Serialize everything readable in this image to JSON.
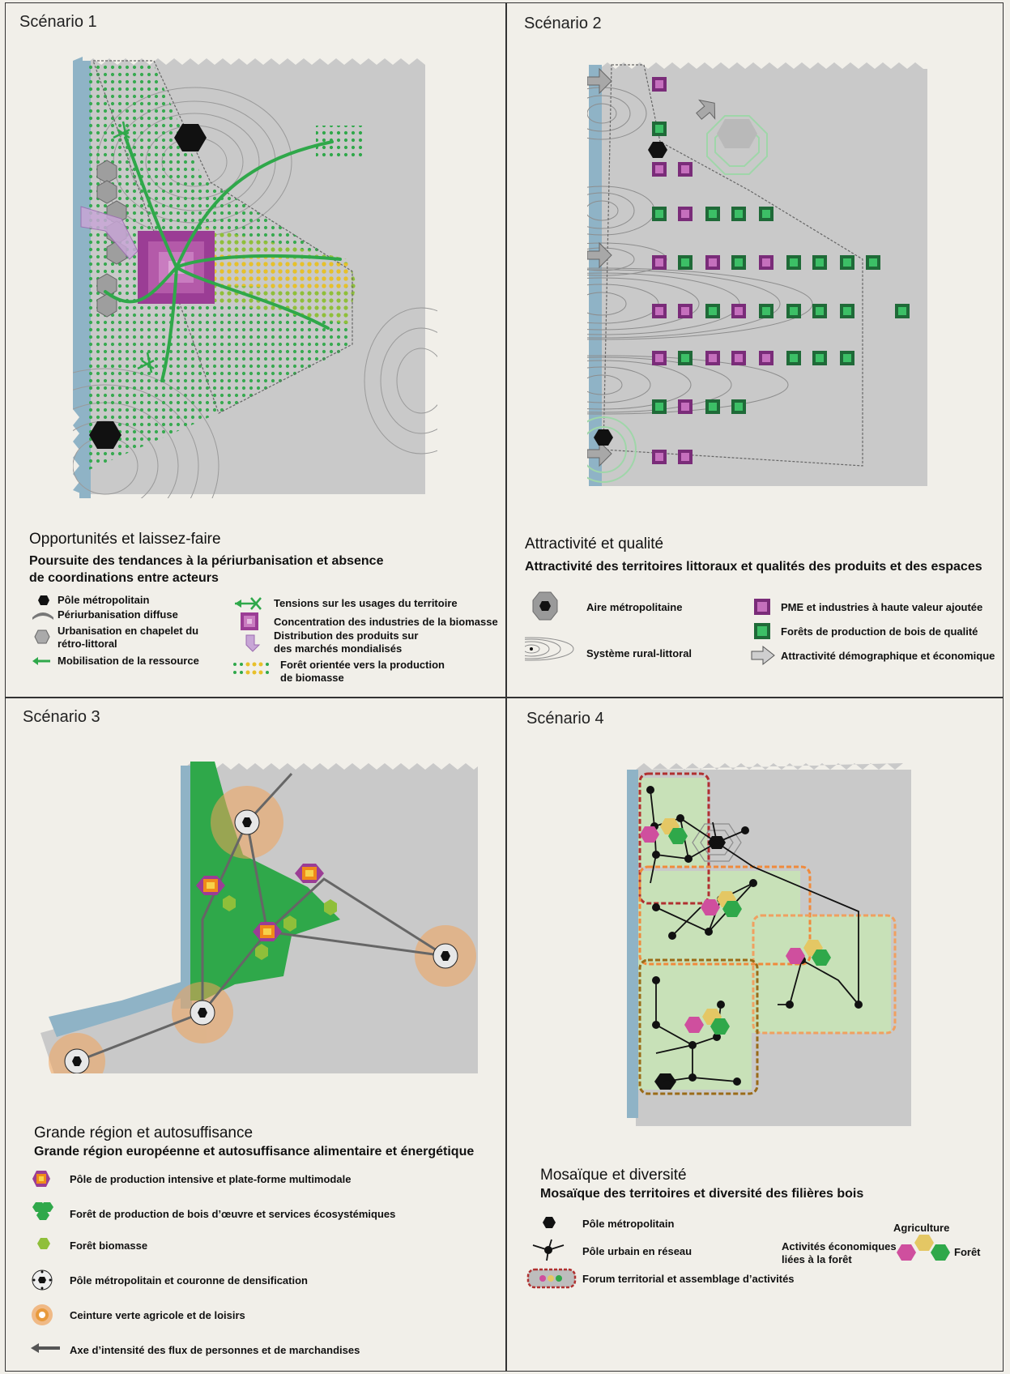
{
  "s1": {
    "label": "Scénario 1",
    "title": "Opportunités et laissez-faire",
    "subtitle_l1": "Poursuite des tendances à la périurbanisation et absence",
    "subtitle_l2": "de coordinations entre acteurs",
    "legend": {
      "pole": "Pôle métropolitain",
      "periurb": "Périurbanisation diffuse",
      "chapelet_l1": "Urbanisation en chapelet du",
      "chapelet_l2": "rétro-littoral",
      "mobilisation": "Mobilisation de la ressource",
      "tensions": "Tensions sur les usages du territoire",
      "concentration": "Concentration des industries de la biomasse",
      "distrib_l1": "Distribution des produits sur",
      "distrib_l2": "des marchés mondialisés",
      "foret_l1": "Forêt orientée vers la production",
      "foret_l2": "de biomasse"
    }
  },
  "s2": {
    "label": "Scénario 2",
    "title": "Attractivité et qualité",
    "subtitle": "Attractivité des territoires littoraux et qualités des produits et des espaces",
    "legend": {
      "aire": "Aire métropolitaine",
      "systeme": "Système rural-littoral",
      "pme": "PME et industries à haute valeur ajoutée",
      "forets": "Forêts de production de bois de qualité",
      "attract": "Attractivité démographique et économique"
    }
  },
  "s3": {
    "label": "Scénario 3",
    "title": "Grande région et autosuffisance",
    "subtitle": "Grande région européenne et autosuffisance alimentaire et énergétique",
    "legend": {
      "pole_prod": "Pôle de production intensive et plate-forme multimodale",
      "foret_oeuvre": "Forêt de production de bois d’œuvre et services écosystémiques",
      "foret_bio": "Forêt biomasse",
      "pole_metro": "Pôle métropolitain et couronne de densification",
      "ceinture": "Ceinture verte agricole et de loisirs",
      "axe": "Axe d’intensité des flux de personnes et de marchandises"
    }
  },
  "s4": {
    "label": "Scénario 4",
    "title": "Mosaïque et diversité",
    "subtitle": "Mosaïque des territoires et diversité des filières bois",
    "legend": {
      "pole": "Pôle métropolitain",
      "pole_urbain": "Pôle urbain en réseau",
      "forum": "Forum territorial et assemblage d’activités",
      "agriculture": "Agriculture",
      "activites_l1": "Activités économiques",
      "activites_l2": "liées à la forêt",
      "foret": "Forêt"
    }
  },
  "colors": {
    "map_grey": "#c9c9c9",
    "coast": "#8fb3c6",
    "green": "#2fa84a",
    "purple": "#9b3d95",
    "yellow": "#e8c02a",
    "orange": "#e89a3c"
  }
}
